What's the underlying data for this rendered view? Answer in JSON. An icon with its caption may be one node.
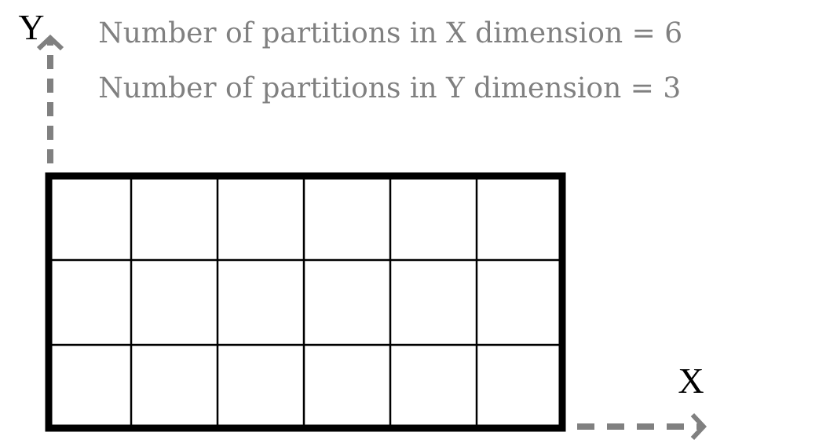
{
  "diagram": {
    "labels": [
      "Y",
      "Number of partitions in X dimension = 6",
      "Number of partitions in Y dimension = 3",
      "X"
    ]
  }
}
